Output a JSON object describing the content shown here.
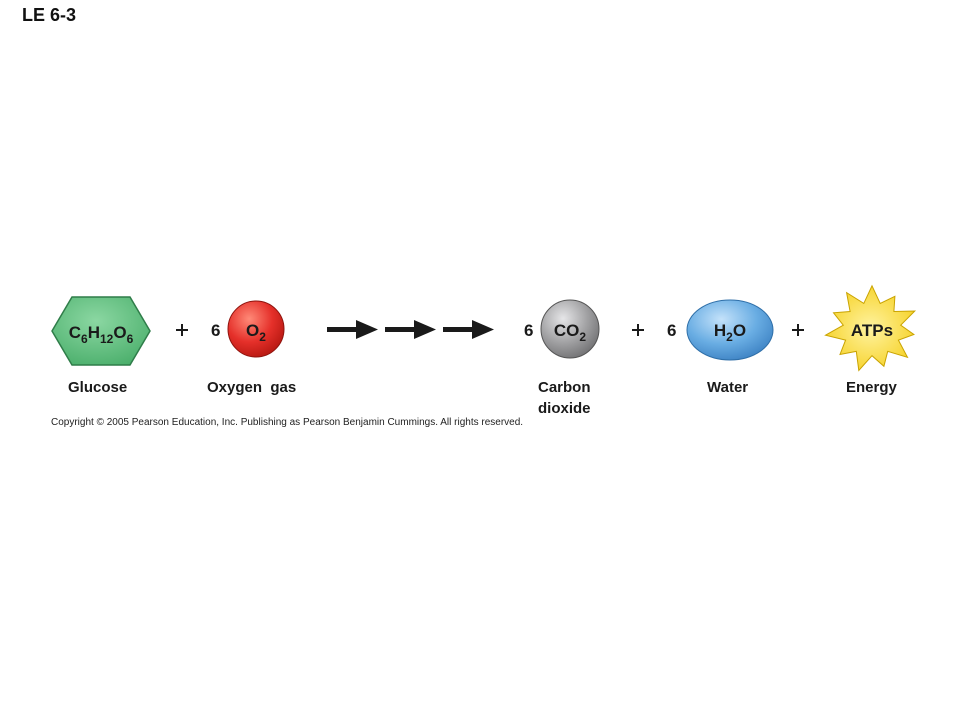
{
  "figure_label": "LE 6-3",
  "reactants": [
    {
      "coefficient": "",
      "formula": {
        "parts": [
          "C",
          "6",
          "H",
          "12",
          "O",
          "6"
        ]
      },
      "name": "Glucose",
      "shape": "hexagon",
      "color": "#5cbf7c"
    },
    {
      "coefficient": "6",
      "formula": {
        "parts": [
          "O",
          "2"
        ]
      },
      "name": "Oxygen  gas",
      "shape": "circle",
      "color": "#e5302a"
    }
  ],
  "products": [
    {
      "coefficient": "6",
      "formula": {
        "parts": [
          "CO",
          "2"
        ]
      },
      "name_line1": "Carbon",
      "name_line2": "dioxide",
      "shape": "circle",
      "color": "#9a9a9c"
    },
    {
      "coefficient": "6",
      "formula": {
        "parts": [
          "H",
          "2",
          "O"
        ]
      },
      "name": "Water",
      "shape": "ellipse",
      "color": "#5ba3de"
    },
    {
      "coefficient": "",
      "formula": {
        "parts": [
          "ATPs"
        ]
      },
      "name": "Energy",
      "shape": "starburst",
      "color": "#f7d732"
    }
  ],
  "copyright": "Copyright © 2005 Pearson Education, Inc. Publishing as Pearson Benjamin Cummings. All rights reserved."
}
